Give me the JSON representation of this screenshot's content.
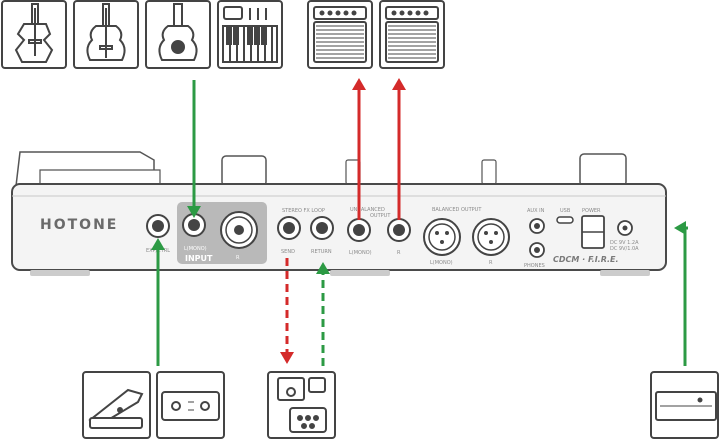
{
  "brand": {
    "logo": "HOTONE",
    "product_logo": "CDCM · F.I.R.E."
  },
  "labels": {
    "expctrl": "EXP/CTRL",
    "input_mono": "L(MONO)",
    "input": "INPUT",
    "xlr_r": "R",
    "fxloop_title": "STEREO FX LOOP",
    "send": "SEND",
    "return": "RETURN",
    "unbal_title": "UNBALANCED",
    "unbal_sub": "OUTPUT",
    "unbal_l": "L(MONO)",
    "unbal_r": "R",
    "bal_title": "BALANCED OUTPUT",
    "bal_l": "L(MONO)",
    "bal_r": "R",
    "aux": "AUX IN",
    "phones": "PHONES",
    "usb": "USB",
    "power": "POWER",
    "dc": "DC 9V 1.2A",
    "dc2": "DC 9V/1.0A"
  },
  "colors": {
    "green": "#2c9a44",
    "red": "#d42a2a",
    "line": "#4a4a4a",
    "panel": "#f4f4f4",
    "highlight": "#b9b9b9"
  },
  "icons": [
    "electric-guitar-icon",
    "acoustic-guitar-icon",
    "classical-guitar-icon",
    "synth-keyboard-icon",
    "amplifier-icon",
    "amplifier-icon",
    "expression-pedal-icon",
    "footswitch-icon",
    "effects-pedal-icon",
    "power-adapter-icon"
  ]
}
